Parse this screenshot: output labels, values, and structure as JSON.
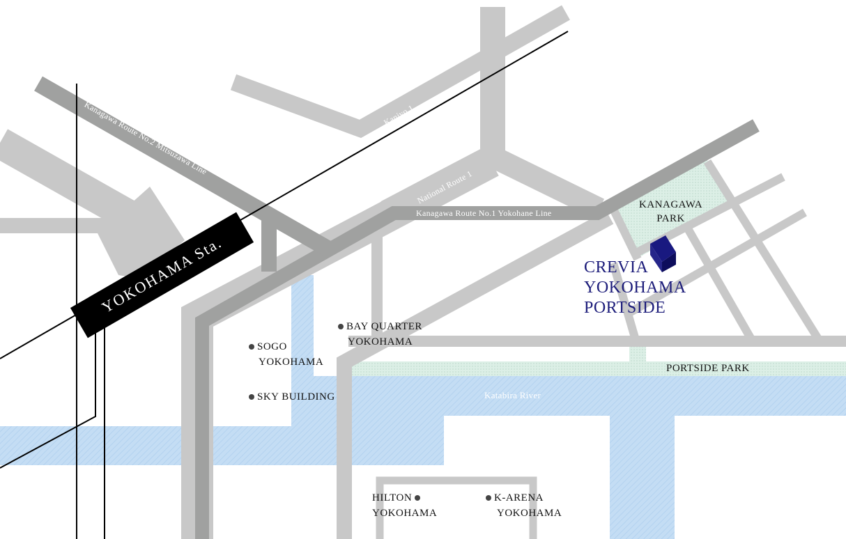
{
  "map": {
    "station": "YOKOHAMA Sta.",
    "property": [
      "CREVIA",
      "YOKOHAMA",
      "PORTSIDE"
    ],
    "roads": {
      "route2": "Kanagawa Route No.2 Mitsuzawa Line",
      "kanjyo": "Kanjyo 1",
      "national1": "National Route 1",
      "route1": "Kanagawa Route No.1 Yokohane Line"
    },
    "river": "Katabira River",
    "parks": {
      "kanagawa": [
        "KANAGAWA",
        "PARK"
      ],
      "portside": "PORTSIDE PARK"
    },
    "landmarks": {
      "bay_quarter": [
        "BAY QUARTER",
        "YOKOHAMA"
      ],
      "sogo": [
        "SOGO",
        "YOKOHAMA"
      ],
      "sky": "SKY BUILDING",
      "hilton": [
        "HILTON",
        "YOKOHAMA"
      ],
      "karena": [
        "K-ARENA",
        "YOKOHAMA"
      ]
    },
    "colors": {
      "water": "#c4ddf4",
      "park": "#d6ebe3",
      "road_light": "#c8c8c8",
      "road_dark": "#a0a1a0",
      "accent": "#1c1c7a"
    }
  }
}
